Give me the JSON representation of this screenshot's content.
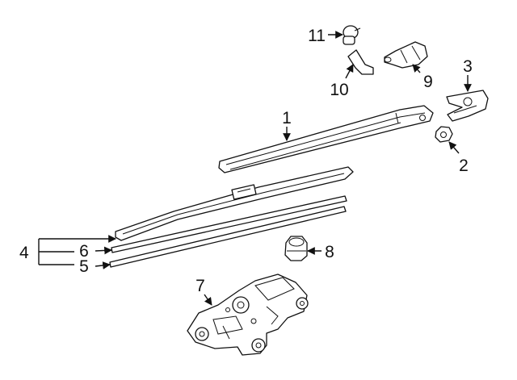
{
  "diagram": {
    "callouts": [
      {
        "id": "1",
        "label": "1",
        "part": "wiper-arm"
      },
      {
        "id": "2",
        "label": "2",
        "part": "arm-nut"
      },
      {
        "id": "3",
        "label": "3",
        "part": "pivot-cap"
      },
      {
        "id": "4",
        "label": "4",
        "part": "wiper-blade-assembly"
      },
      {
        "id": "5",
        "label": "5",
        "part": "blade-refill-lower"
      },
      {
        "id": "6",
        "label": "6",
        "part": "blade-refill-upper"
      },
      {
        "id": "7",
        "label": "7",
        "part": "wiper-motor"
      },
      {
        "id": "8",
        "label": "8",
        "part": "grommet"
      },
      {
        "id": "9",
        "label": "9",
        "part": "washer-nozzle"
      },
      {
        "id": "10",
        "label": "10",
        "part": "washer-hose"
      },
      {
        "id": "11",
        "label": "11",
        "part": "check-valve"
      }
    ],
    "colors": {
      "line": "#111111",
      "fill": "#ffffff",
      "background": "#ffffff"
    }
  }
}
